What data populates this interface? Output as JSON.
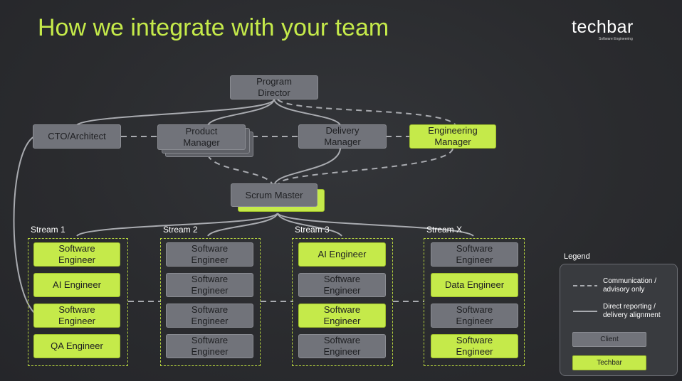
{
  "title": "How we integrate with your team",
  "logo": {
    "name": "techbar",
    "tagline": "Software Engineering"
  },
  "top": {
    "program_director": "Program\nDirector",
    "cto": "CTO/Architect",
    "product_manager": "Product\nManager",
    "delivery_manager": "Delivery\nManager",
    "engineering_manager": "Engineering\nManager",
    "scrum_master": "Scrum Master"
  },
  "streams": [
    {
      "label": "Stream 1",
      "roles": [
        "Software\nEngineer",
        "AI Engineer",
        "Software\nEngineer",
        "QA Engineer"
      ]
    },
    {
      "label": "Stream 2",
      "roles": [
        "Software\nEngineer",
        "Software\nEngineer",
        "Software\nEngineer",
        "Software\nEngineer"
      ]
    },
    {
      "label": "Stream 3",
      "roles": [
        "AI Engineer",
        "Software\nEngineer",
        "Software\nEngineer",
        "Software\nEngineer"
      ]
    },
    {
      "label": "Stream X",
      "roles": [
        "Software\nEngineer",
        "Data Engineer",
        "Software\nEngineer",
        "Software\nEngineer"
      ]
    }
  ],
  "legend": {
    "title": "Legend",
    "dashed": "Communication /\nadvisory only",
    "solid": "Direct reporting /\ndelivery alignment",
    "client": "Client",
    "techbar": "Techbar"
  },
  "colors": {
    "accent": "#c5ea4a",
    "client": "#71737a",
    "background": "#2c2d30"
  }
}
